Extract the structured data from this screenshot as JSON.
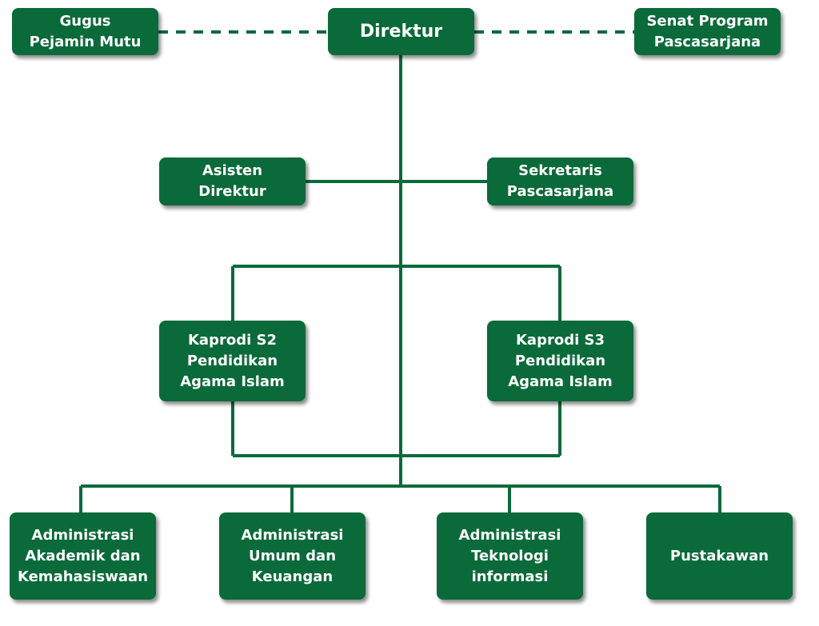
{
  "org_chart": {
    "colors": {
      "box": "#0a6a3a",
      "line": "#0a6a3a",
      "text": "#ffffff"
    },
    "nodes": {
      "gugus": "Gugus\nPejamin Mutu",
      "direktur": "Direktur",
      "senat": "Senat Program\nPascasarjana",
      "asisten": "Asisten\nDirektur",
      "sekretaris": "Sekretaris\nPascasarjana",
      "kaprodi_s2": "Kaprodi S2\nPendidikan\nAgama Islam",
      "kaprodi_s3": "Kaprodi S3\nPendidikan\nAgama Islam",
      "adm_akademik": "Administrasi\nAkademik dan\nKemahasiswaan",
      "adm_umum": "Administrasi\nUmum dan\nKeuangan",
      "adm_ti": "Administrasi\nTeknologi\ninformasi",
      "pustakawan": "Pustakawan"
    }
  }
}
